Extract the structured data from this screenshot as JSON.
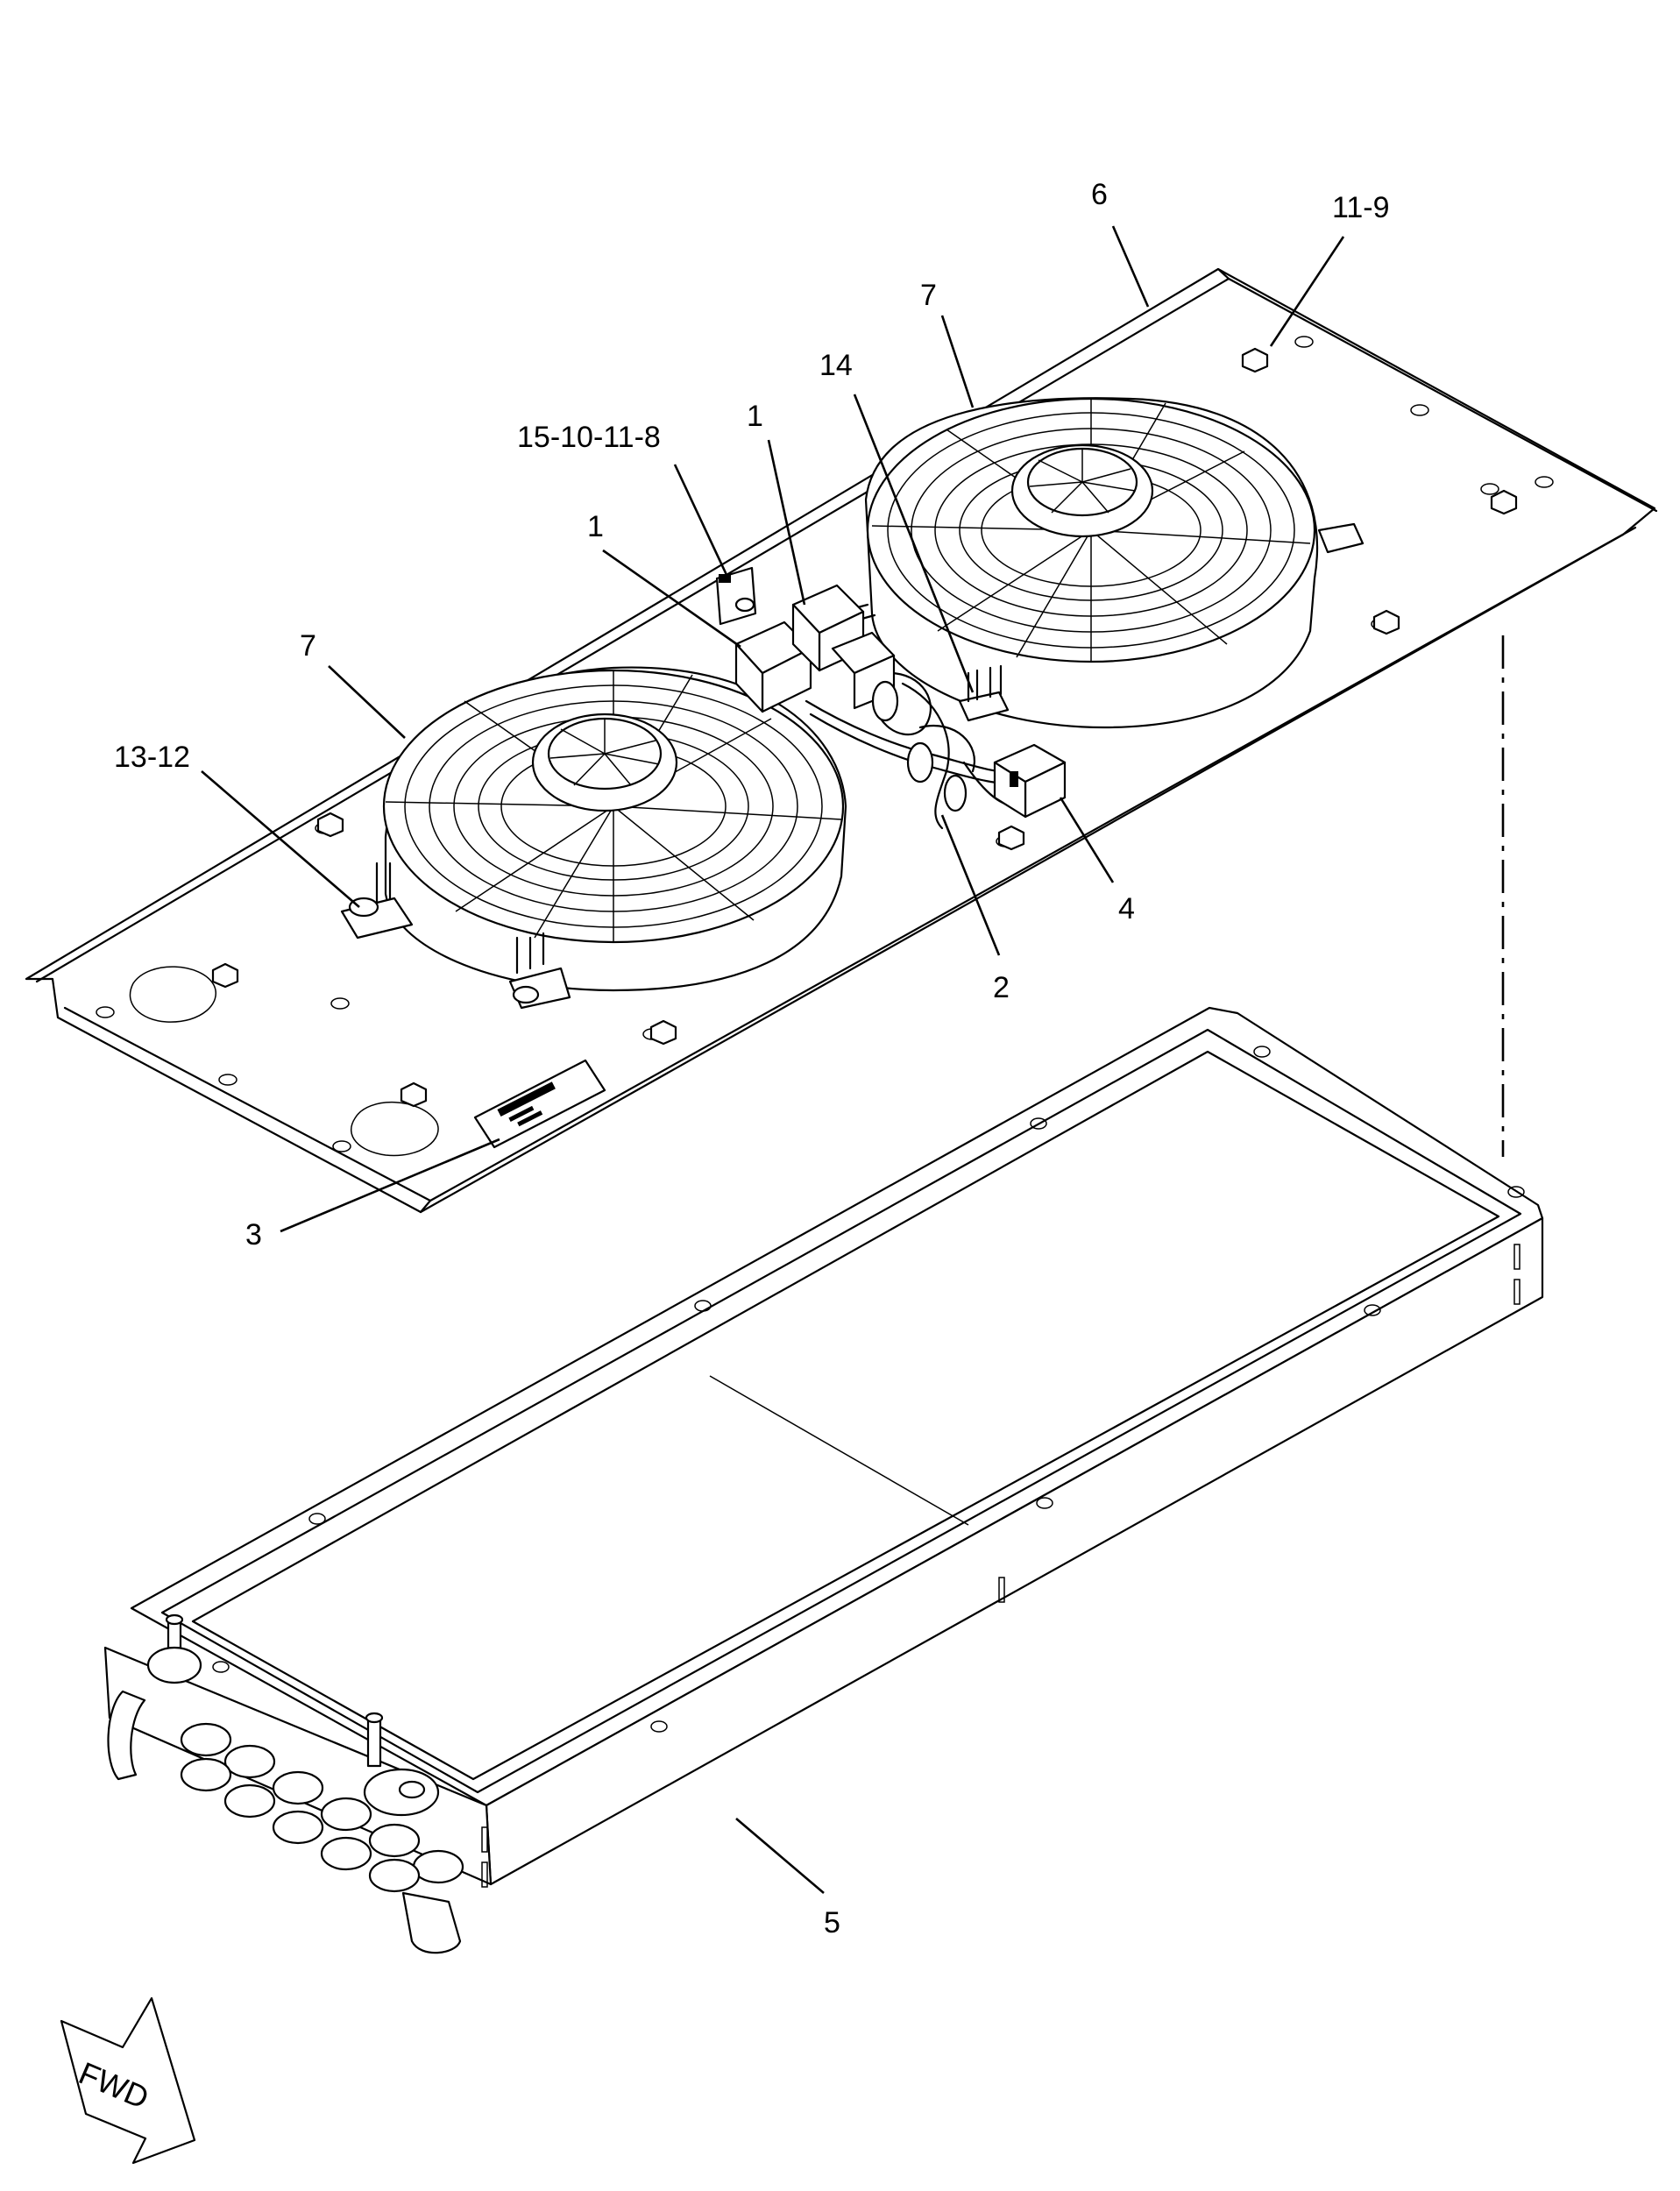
{
  "diagram": {
    "callouts": {
      "c_6": "6",
      "c_11_9": "11-9",
      "c_7_top": "7",
      "c_14": "14",
      "c_1_top": "1",
      "c_15_10_11_8": "15-10-11-8",
      "c_1_mid": "1",
      "c_7_left": "7",
      "c_13_12": "13-12",
      "c_4": "4",
      "c_2": "2",
      "c_3": "3",
      "c_5": "5"
    },
    "direction_arrow": "FWD"
  }
}
